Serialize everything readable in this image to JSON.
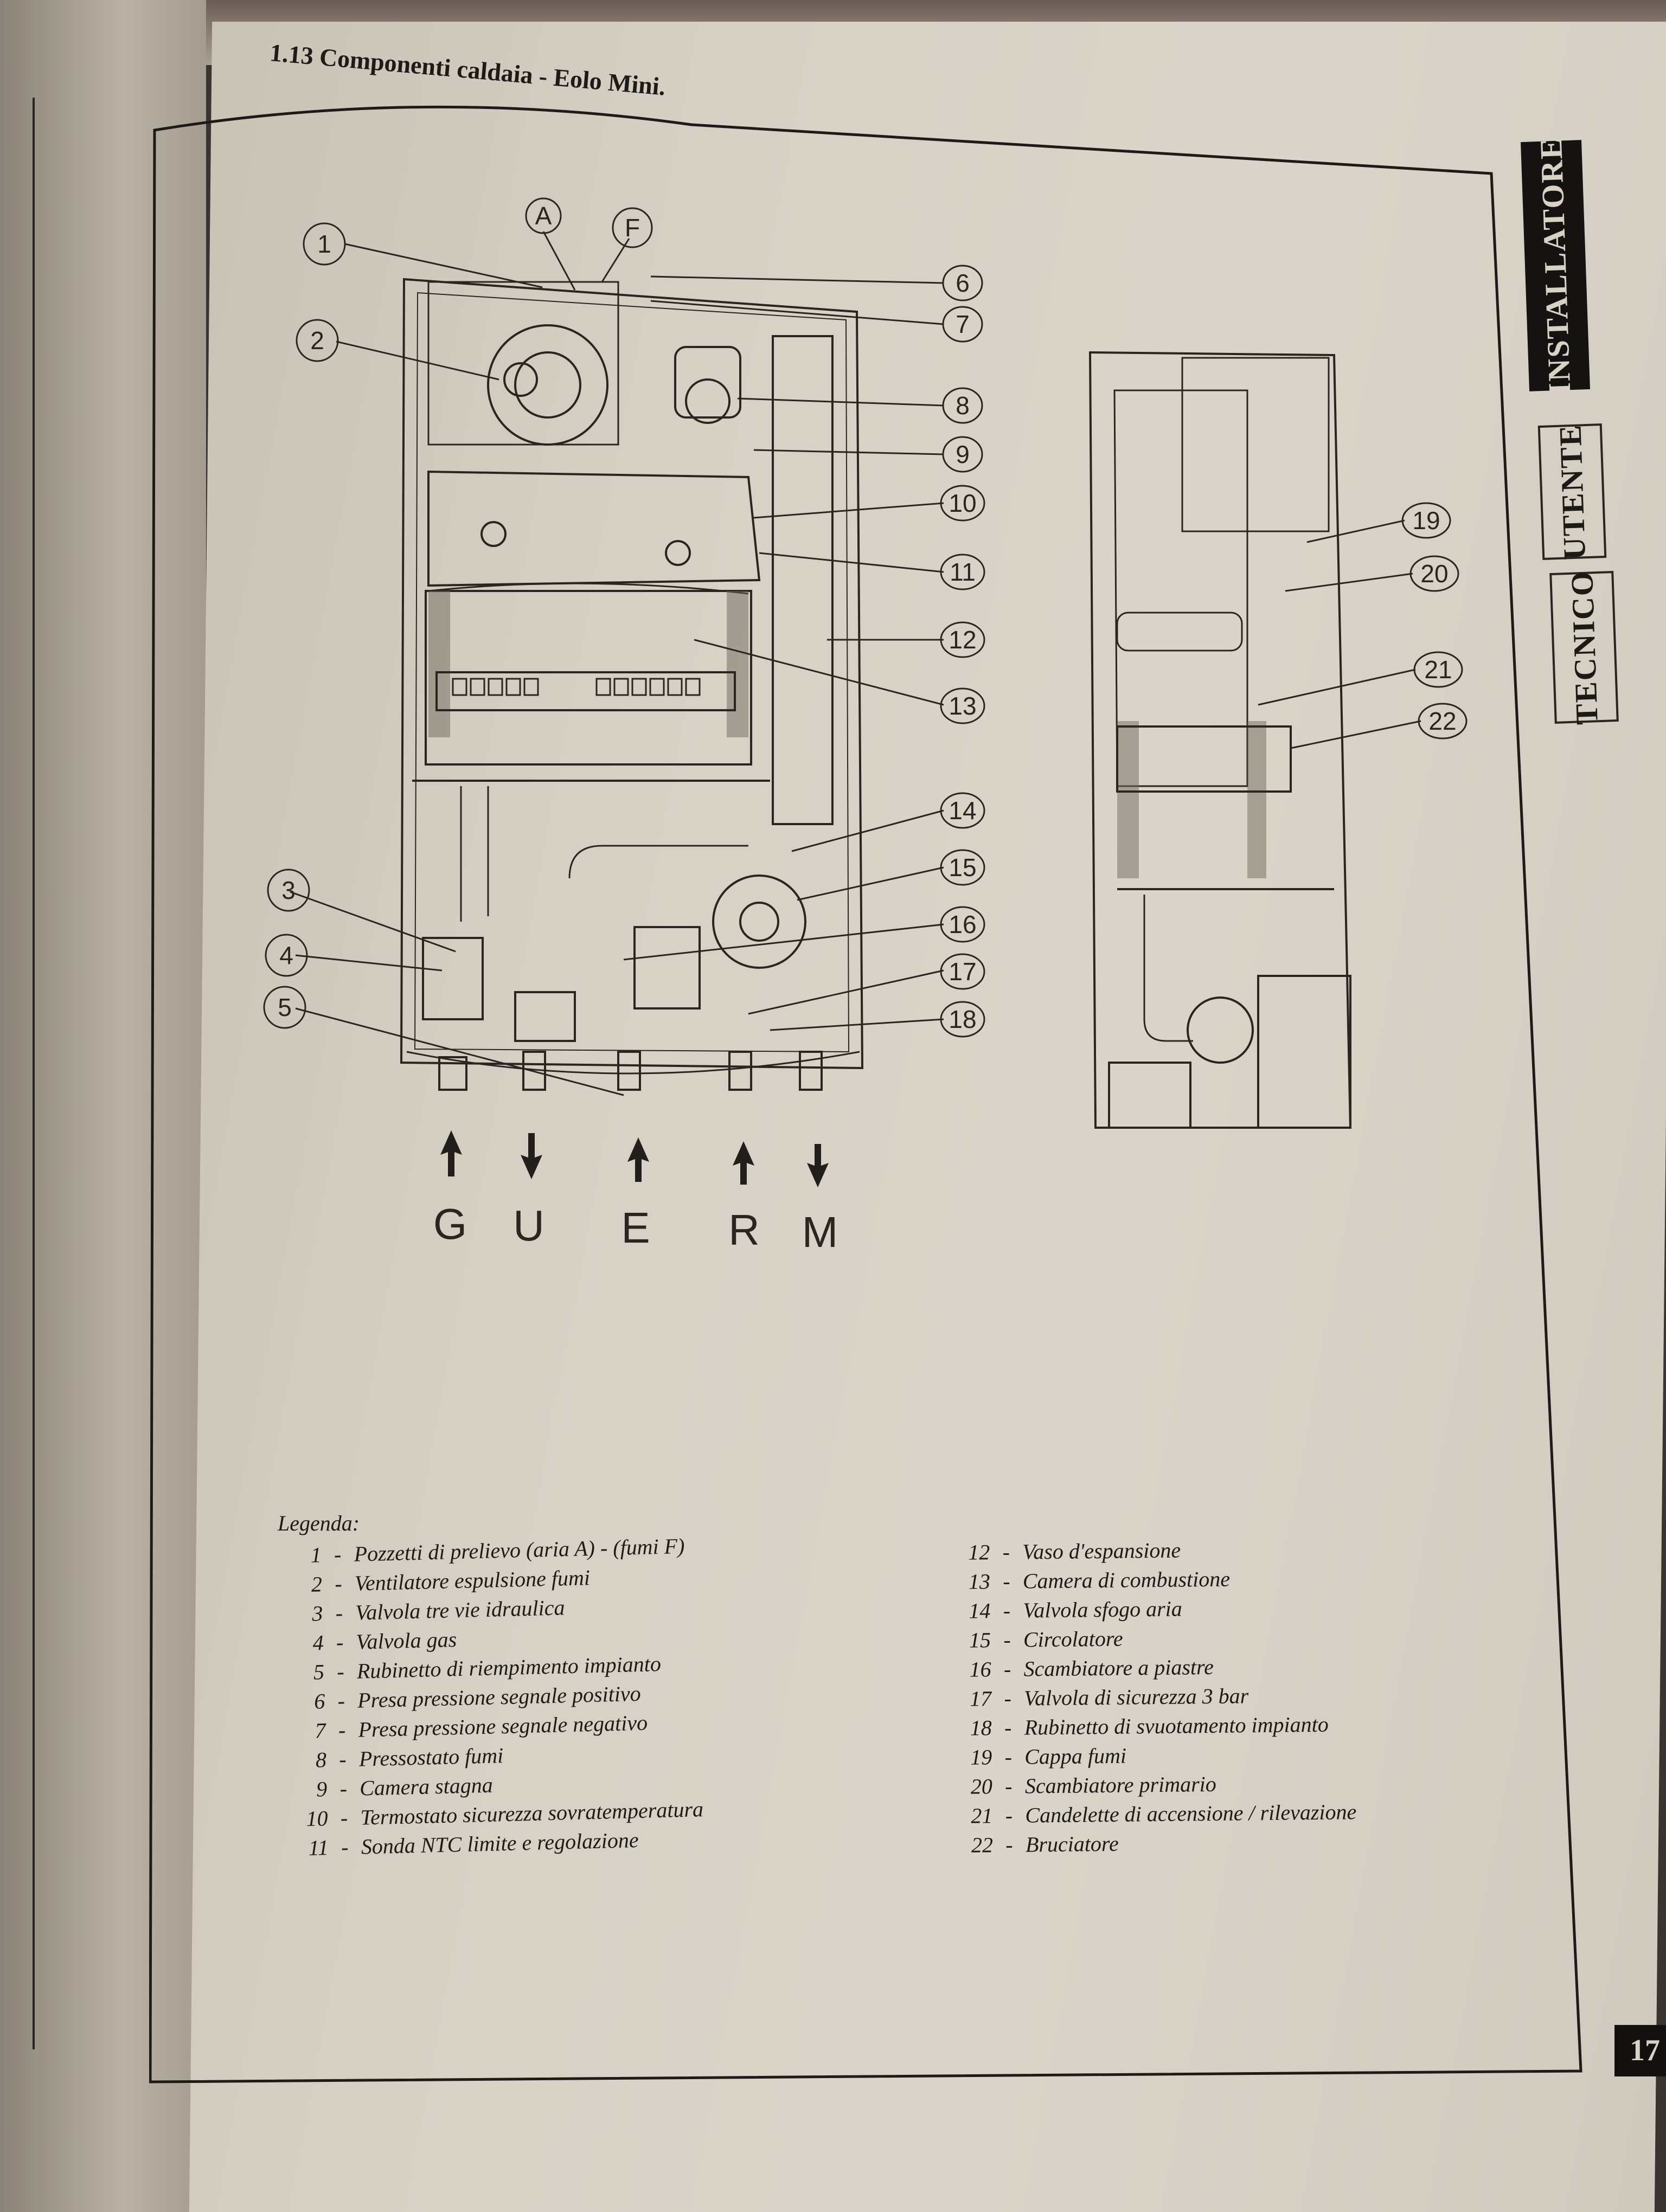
{
  "section": {
    "number": "1.13",
    "title": "Componenti caldaia - Eolo Mini."
  },
  "side_tabs": [
    {
      "label": "INSTALLATORE",
      "active": true
    },
    {
      "label": "UTENTE",
      "active": false
    },
    {
      "label": "TECNICO",
      "active": false
    }
  ],
  "page_number": "17",
  "diagram": {
    "front_callouts": [
      "1",
      "2",
      "3",
      "4",
      "5",
      "6",
      "7",
      "8",
      "9",
      "10",
      "11",
      "12",
      "13",
      "14",
      "15",
      "16",
      "17",
      "18"
    ],
    "sample_points": [
      "A",
      "F"
    ],
    "side_callouts": [
      "19",
      "20",
      "21",
      "22"
    ],
    "connections": [
      {
        "letter": "G",
        "direction": "up"
      },
      {
        "letter": "U",
        "direction": "down"
      },
      {
        "letter": "E",
        "direction": "up"
      },
      {
        "letter": "R",
        "direction": "up"
      },
      {
        "letter": "M",
        "direction": "down"
      }
    ]
  },
  "legend": {
    "title": "Legenda:",
    "items": [
      {
        "num": "1",
        "text": "Pozzetti di prelievo (aria A) - (fumi F)"
      },
      {
        "num": "2",
        "text": "Ventilatore espulsione fumi"
      },
      {
        "num": "3",
        "text": "Valvola tre vie idraulica"
      },
      {
        "num": "4",
        "text": "Valvola gas"
      },
      {
        "num": "5",
        "text": "Rubinetto di riempimento impianto"
      },
      {
        "num": "6",
        "text": "Presa pressione segnale positivo"
      },
      {
        "num": "7",
        "text": "Presa pressione segnale negativo"
      },
      {
        "num": "8",
        "text": "Pressostato fumi"
      },
      {
        "num": "9",
        "text": "Camera stagna"
      },
      {
        "num": "10",
        "text": "Termostato sicurezza sovratemperatura"
      },
      {
        "num": "11",
        "text": "Sonda NTC limite e regolazione"
      },
      {
        "num": "12",
        "text": "Vaso d'espansione"
      },
      {
        "num": "13",
        "text": "Camera di combustione"
      },
      {
        "num": "14",
        "text": "Valvola sfogo aria"
      },
      {
        "num": "15",
        "text": "Circolatore"
      },
      {
        "num": "16",
        "text": "Scambiatore a piastre"
      },
      {
        "num": "17",
        "text": "Valvola di sicurezza 3 bar"
      },
      {
        "num": "18",
        "text": "Rubinetto di svuotamento impianto"
      },
      {
        "num": "19",
        "text": "Cappa fumi"
      },
      {
        "num": "20",
        "text": "Scambiatore primario"
      },
      {
        "num": "21",
        "text": "Candelette di accensione / rilevazione"
      },
      {
        "num": "22",
        "text": "Bruciatore"
      }
    ]
  },
  "colors": {
    "paper": "#d6d1c5",
    "ink": "#1e1a17",
    "tab_dark": "#151312"
  }
}
